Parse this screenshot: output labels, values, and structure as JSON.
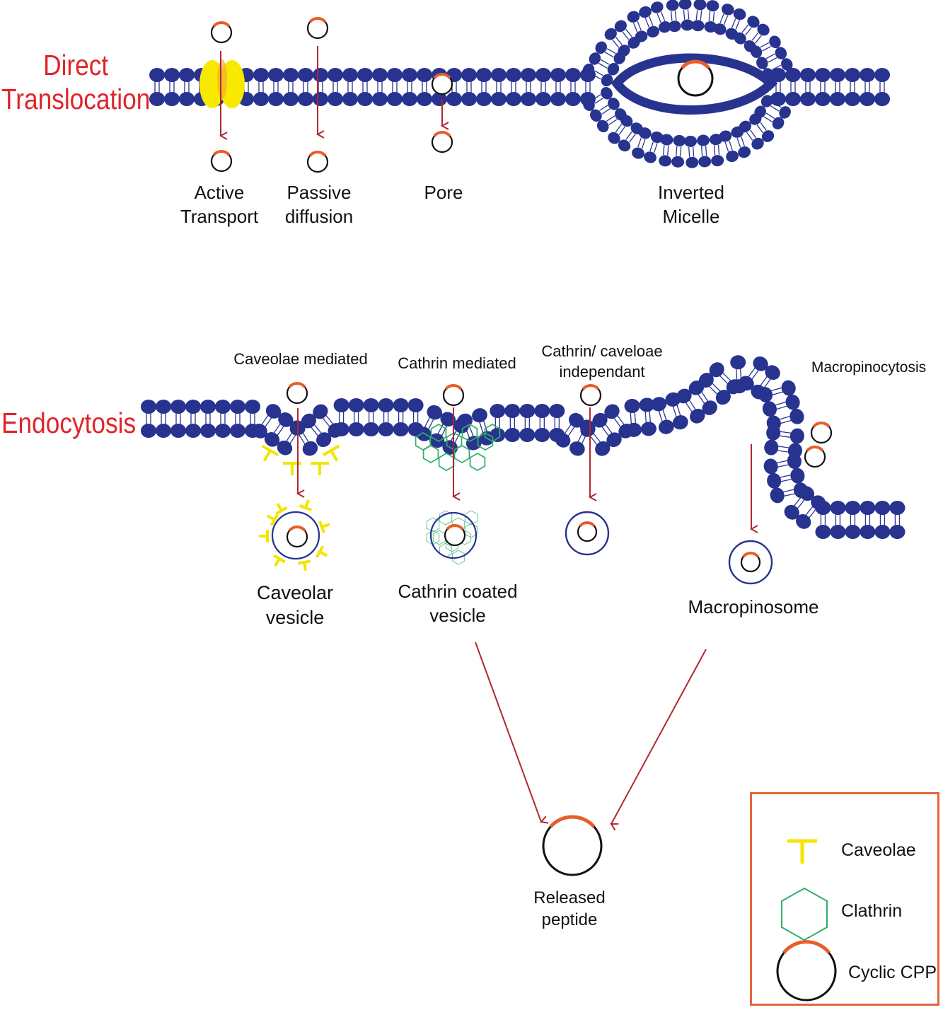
{
  "sections": {
    "direct": [
      "Direct",
      "Translocation"
    ],
    "endo": "Endocytosis"
  },
  "direct_labels": {
    "active": [
      "Active",
      "Transport"
    ],
    "passive": [
      "Passive",
      "diffusion"
    ],
    "pore": "Pore",
    "micelle": [
      "Inverted",
      "Micelle"
    ]
  },
  "endo_labels": {
    "caveolae_mediated": "Caveolae mediated",
    "cathrin_mediated": "Cathrin mediated",
    "independant": [
      "Cathrin/ caveloae",
      "independant"
    ],
    "macropinocytosis": "Macropinocytosis"
  },
  "vesicle_labels": {
    "caveolar": [
      "Caveolar",
      "vesicle"
    ],
    "cathrin_coated": [
      "Cathrin coated",
      "vesicle"
    ],
    "macropinosome": "Macropinosome"
  },
  "released": [
    "Released",
    "peptide"
  ],
  "legend": {
    "caveolae": "Caveolae",
    "clathrin": "Clathrin",
    "cyclic_cpp": "Cyclic CPP"
  },
  "colors": {
    "membrane": "#27338f",
    "arrow": "#b3262d",
    "section_title": "#e0242a",
    "peptide_cap": "#e85d2a",
    "caveolae": "#f2e600",
    "clathrin": "#2fae6a",
    "legend_border": "#e2673a",
    "transporter": "#f7ea00"
  },
  "icons": [
    "caveolae-icon",
    "clathrin-hexagon-icon",
    "cyclic-cpp-icon"
  ]
}
